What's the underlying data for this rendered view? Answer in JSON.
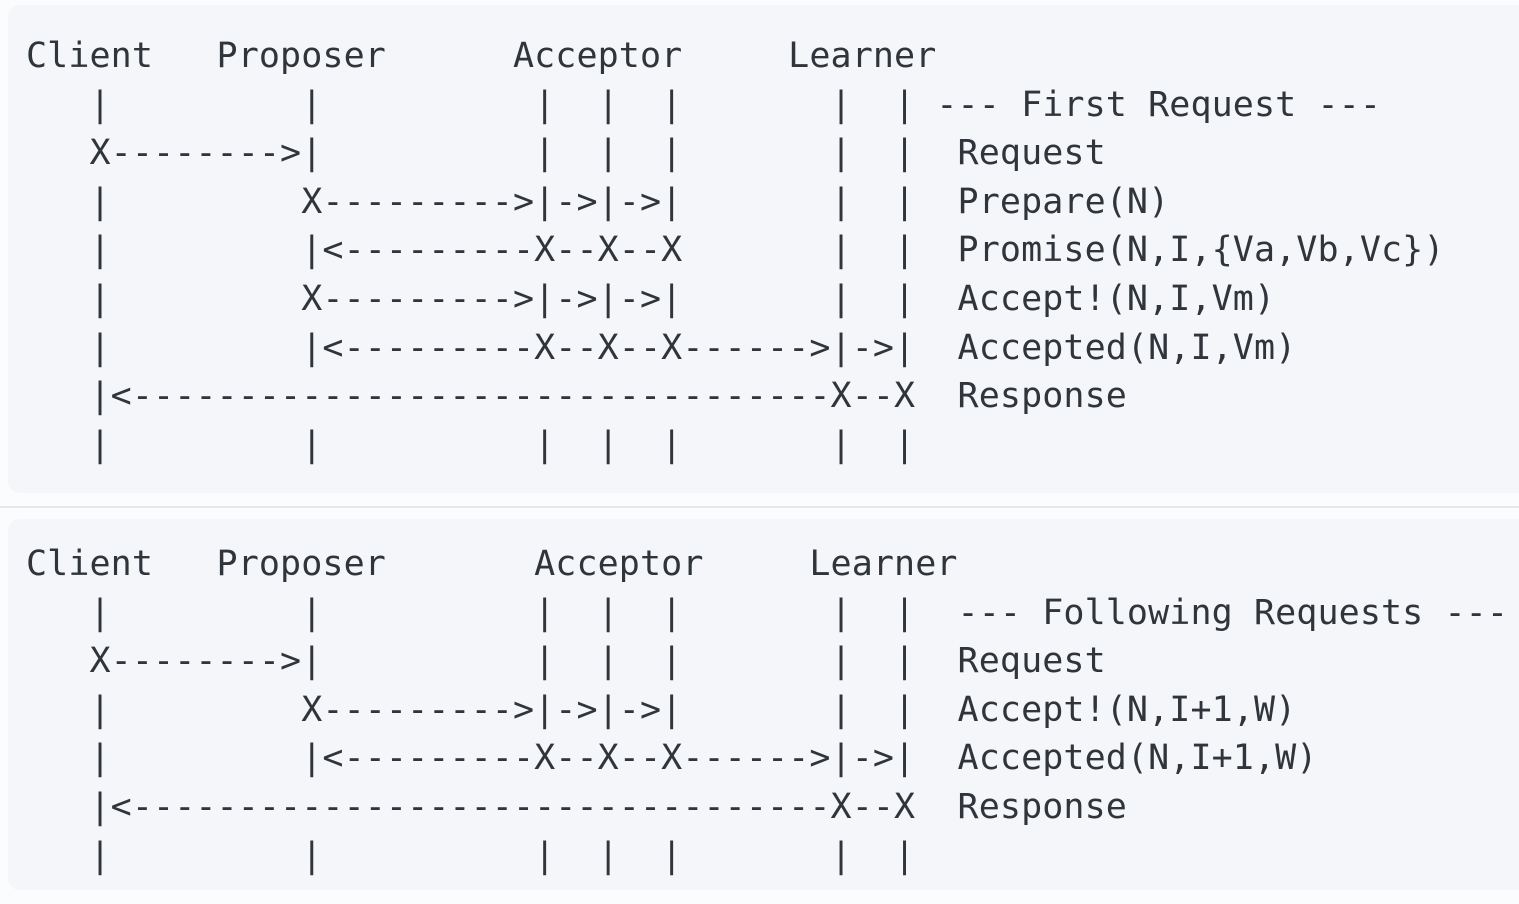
{
  "page": {
    "background_color": "#fbfcfd",
    "code_background_color": "#f4f6f9",
    "text_color": "#30353b",
    "divider_color": "#e4e8ec"
  },
  "diagram_blocks": [
    {
      "id": "first-request",
      "section_annotation": "--- First Request ---",
      "participants": [
        "Client",
        "Proposer",
        "Acceptor",
        "Learner"
      ],
      "messages": [
        "Request",
        "Prepare(N)",
        "Promise(N,I,{Va,Vb,Vc})",
        "Accept!(N,I,Vm)",
        "Accepted(N,I,Vm)",
        "Response"
      ],
      "ascii_lines": [
        "Client   Proposer      Acceptor     Learner",
        "   |         |          |  |  |       |  | --- First Request ---",
        "   X-------->|          |  |  |       |  |  Request",
        "   |         X--------->|->|->|       |  |  Prepare(N)",
        "   |         |<---------X--X--X       |  |  Promise(N,I,{Va,Vb,Vc})",
        "   |         X--------->|->|->|       |  |  Accept!(N,I,Vm)",
        "   |         |<---------X--X--X------>|->|  Accepted(N,I,Vm)",
        "   |<---------------------------------X--X  Response",
        "   |         |          |  |  |       |  |"
      ]
    },
    {
      "id": "following-requests",
      "section_annotation": "--- Following Requests ---",
      "participants": [
        "Client",
        "Proposer",
        "Acceptor",
        "Learner"
      ],
      "messages": [
        "Request",
        "Accept!(N,I+1,W)",
        "Accepted(N,I+1,W)",
        "Response"
      ],
      "ascii_lines": [
        "Client   Proposer       Acceptor     Learner",
        "   |         |          |  |  |       |  |  --- Following Requests ---",
        "   X-------->|          |  |  |       |  |  Request",
        "   |         X--------->|->|->|       |  |  Accept!(N,I+1,W)",
        "   |         |<---------X--X--X------>|->|  Accepted(N,I+1,W)",
        "   |<---------------------------------X--X  Response",
        "   |         |          |  |  |       |  |"
      ]
    }
  ]
}
